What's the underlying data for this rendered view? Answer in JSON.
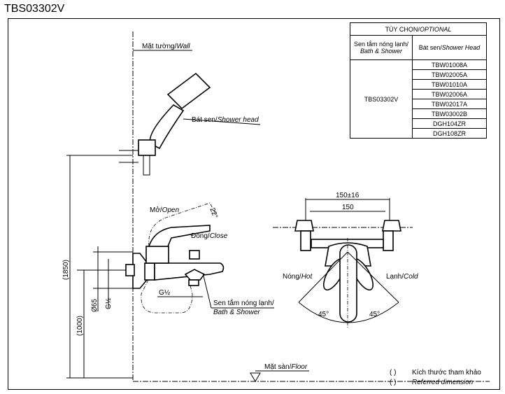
{
  "title": "TBS03302V",
  "table": {
    "header": "TÙY CHỌN/",
    "header_it": "OPTIONAL",
    "col1": "Sen tắm nóng lạnh/",
    "col1_it": "Bath & Shower",
    "col2": "Bát sen/",
    "col2_it": "Shower Head",
    "model": "TBS03302V",
    "heads": [
      "TBW01008A",
      "TBW02005A",
      "TBW01010A",
      "TBW02006A",
      "TBW02017A",
      "TBW03002B",
      "DGH104ZR",
      "DGH108ZR"
    ]
  },
  "labels": {
    "wall": "Mặt tường/",
    "wall_it": "Wall",
    "shower_head": "Bát sen/",
    "shower_head_it": "Shower head",
    "open": "Mở/",
    "open_it": "Open",
    "close": "Đóng/",
    "close_it": "Close",
    "angle22": "22°",
    "bath_shower": "Sen tắm nóng lạnh/",
    "bath_shower_it": "Bath & Shower",
    "g12a": "G½",
    "g12b": "G½",
    "d65": "Ø65",
    "h1850": "(1850)",
    "h1000": "(1000)",
    "floor": "Mặt sàn/",
    "floor_it": "Floor",
    "dim150_16": "150±16",
    "dim150": "150",
    "hot": "Nóng/",
    "hot_it": "Hot",
    "cold": "Lạnh/",
    "cold_it": "Cold",
    "a45l": "45°",
    "a45r": "45°",
    "note1": "Kích thước tham khảo",
    "note2": "Referred dimension",
    "paren": "(       )"
  }
}
